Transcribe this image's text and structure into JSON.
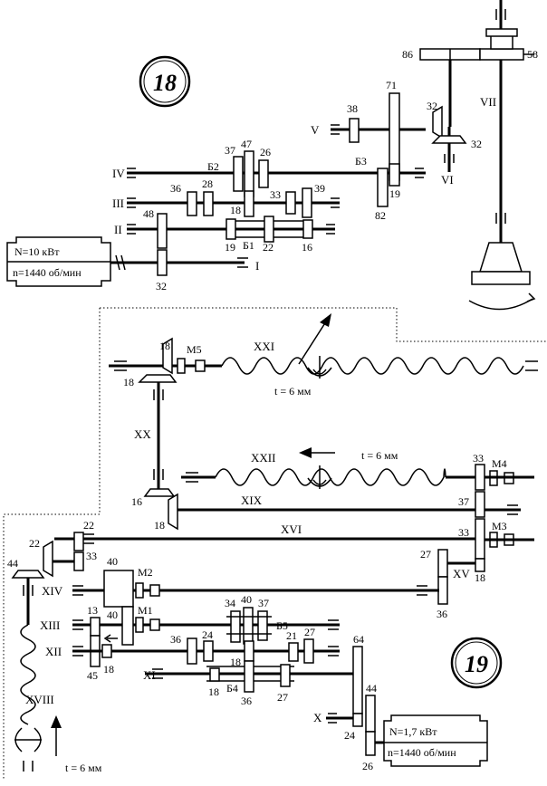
{
  "kinematics": {
    "number_top": "18",
    "number_bottom": "19",
    "motor_main": {
      "power": "N=10 кВт",
      "speed": "n=1440 об/мин"
    },
    "motor_feed": {
      "power": "N=1,7 кВт",
      "speed": "n=1440 об/мин"
    },
    "pitch_xxi": "t = 6 мм",
    "pitch_xxii": "t = 6 мм",
    "pitch_xviii": "t = 6 мм",
    "shafts": {
      "I": "I",
      "II": "II",
      "III": "III",
      "IV": "IV",
      "V": "V",
      "VI": "VI",
      "VII": "VII",
      "X": "X",
      "XI": "XI",
      "XII": "XII",
      "XIII": "XIII",
      "XIV": "XIV",
      "XV": "XV",
      "XVI": "XVI",
      "XVIII": "XVIII",
      "XIX": "XIX",
      "XX": "XX",
      "XXI": "XXI",
      "XXII": "XXII"
    },
    "blocks": {
      "B1": "Б1",
      "B2": "Б2",
      "B3": "Б3",
      "B4": "Б4",
      "B5": "Б5",
      "M1": "M1",
      "M2": "M2",
      "M3": "M3",
      "M4": "M4",
      "M5": "M5"
    },
    "teeth": {
      "g86": "86",
      "g58": "58",
      "g71": "71",
      "g38": "38",
      "g32a": "32",
      "g32b": "32",
      "g37a": "37",
      "g47": "47",
      "g26a": "26",
      "g36a": "36",
      "g28": "28",
      "g33a": "33",
      "g39": "39",
      "g18a": "18",
      "g48": "48",
      "g19a": "19",
      "g22a": "22",
      "g16a": "16",
      "g19b": "19",
      "g82": "82",
      "g32c": "32",
      "g18b": "18",
      "g18c": "18",
      "g16b": "16",
      "g18d": "18",
      "g33b": "33",
      "g37b": "37",
      "g33c": "33",
      "g22b": "22",
      "g33d": "33",
      "g44a": "44",
      "g22c": "22",
      "g27a": "27",
      "g18e": "18",
      "g36b": "36",
      "g40a": "40",
      "g40b": "40",
      "g13": "13",
      "g45": "45",
      "g18f": "18",
      "g34": "34",
      "g40c": "40",
      "g37c": "37",
      "g36c": "36",
      "g24a": "24",
      "g21": "21",
      "g27b": "27",
      "g18g": "18",
      "g18h": "18",
      "g36d": "36",
      "g27c": "27",
      "g64": "64",
      "g44b": "44",
      "g24b": "24",
      "g26b": "26"
    }
  }
}
